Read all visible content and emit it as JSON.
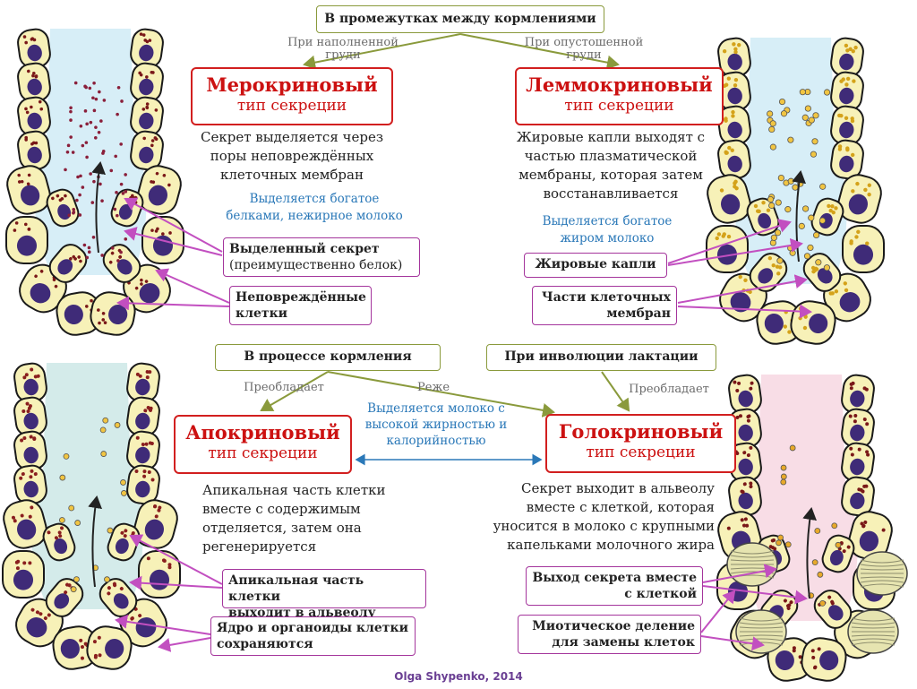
{
  "top_box": "В промежутках между кормлениями",
  "note_filled": [
    "При наполненной",
    "груди"
  ],
  "note_empty": [
    "При опустошенной",
    "груди"
  ],
  "merocrine": {
    "title": "Мерокриновый",
    "subtitle": "тип секреции",
    "desc": [
      "Секрет выделяется через",
      "поры неповреждённых",
      "клеточных мембран"
    ],
    "result": [
      "Выделяется богатое",
      "белками, нежирное молоко"
    ],
    "label1": [
      "Выделенный секрет",
      "(преимущественно белок)"
    ],
    "label2": [
      "Неповреждённые",
      "клетки"
    ]
  },
  "lemmocrine": {
    "title": "Леммокриновый",
    "subtitle": "тип секреции",
    "desc": [
      "Жировые капли выходят с",
      "частью плазматической",
      "мембраны, которая затем",
      "восстанавливается"
    ],
    "result": [
      "Выделяется богатое",
      "жиром молоко"
    ],
    "label1": "Жировые капли",
    "label2": [
      "Части клеточных",
      "мембран"
    ]
  },
  "box_feeding": "В процессе кормления",
  "box_involution": "При инволюции лактации",
  "note_prevails_left": "Преобладает",
  "note_rarer": "Реже",
  "note_prevails_right": "Преобладает",
  "middle_note": [
    "Выделяется молоко с",
    "высокой жирностью и",
    "калорийностью"
  ],
  "apocrine": {
    "title": "Апокриновый",
    "subtitle": "тип секреции",
    "desc": [
      "Апикальная часть клетки",
      "вместе с содержимым",
      "отделяется, затем она",
      "регенерируется"
    ],
    "label1": [
      "Апикальная часть клетки",
      "выходит в альвеолу"
    ],
    "label2": [
      "Ядро и органоиды клетки",
      "сохраняются"
    ]
  },
  "holocrine": {
    "title": "Голокриновый",
    "subtitle": "тип секреции",
    "desc": [
      "Секрет выходит в альвеолу",
      "вместе с клеткой, которая",
      "уносится в молоко с крупными",
      "капельками молочного жира"
    ],
    "label1": [
      "Выход секрета вместе",
      "с клеткой"
    ],
    "label2": [
      "Миотическое деление",
      "для замены клеток"
    ]
  },
  "credit": "Olga Shypenko, 2014",
  "colors": {
    "olive": "#8a9a3c",
    "red": "#d21f1f",
    "pink_arrow": "#c24fc0",
    "blue_text": "#2a78b8",
    "cell_fill": "#f7f1b8",
    "nucleus": "#3f2b78",
    "lumen_blue": "#d7eef7",
    "lumen_pink": "#f8dde6"
  }
}
